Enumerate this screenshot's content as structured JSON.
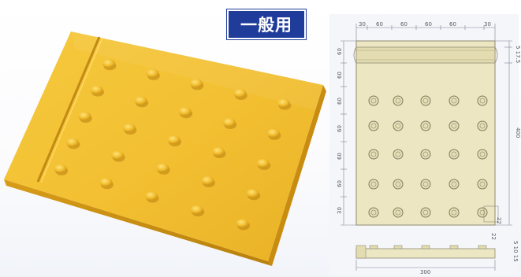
{
  "label": {
    "text": "一般用"
  },
  "drawing": {
    "top_segments": [
      "30",
      "60",
      "60",
      "60",
      "60",
      "30"
    ],
    "left_segments": [
      "60",
      "60",
      "60",
      "60",
      "60",
      "60",
      "30"
    ],
    "right_total": "400",
    "right_top": "5 17.5",
    "bottom_total": "300",
    "section_right": "5 10 15",
    "corner_small_a": "22",
    "corner_small_b": "22"
  },
  "colors": {
    "tile_top": "#f3c236",
    "tile_side": "#d69a14",
    "drawing_fill": "#ece6c2",
    "label_bg": "#1f3c9a"
  }
}
